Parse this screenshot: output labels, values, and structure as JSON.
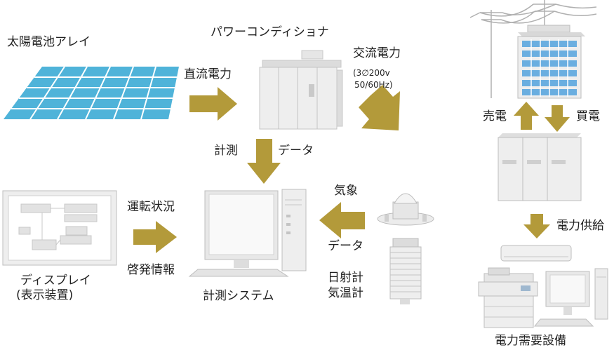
{
  "labels": {
    "solar_array": "太陽電池アレイ",
    "power_conditioner": "パワーコンディショナ",
    "dc_power": "直流電力",
    "ac_power": "交流電力",
    "ac_spec_line1": "(3∅200v",
    "ac_spec_line2": "50/60Hz)",
    "measurement": "計測",
    "data_top": "データ",
    "sell_power": "売電",
    "buy_power": "買電",
    "power_supply": "電力供給",
    "demand_equipment": "電力需要設備",
    "operation_status": "運転状況",
    "enlightenment_info": "啓発情報",
    "display_line1": "ディスプレイ",
    "display_line2": "(表示装置)",
    "measurement_system": "計測システム",
    "weather": "気象",
    "data_weather": "データ",
    "sunshine_meter": "日射計",
    "thermometer": "気温計"
  },
  "colors": {
    "arrow": "#b39a3a",
    "solar_panel": "#4fb3d9",
    "solar_grid": "#ffffff",
    "building_window": "#6aaee0",
    "equipment": "#eeeeee",
    "equipment_edge": "#bdbdbd"
  }
}
